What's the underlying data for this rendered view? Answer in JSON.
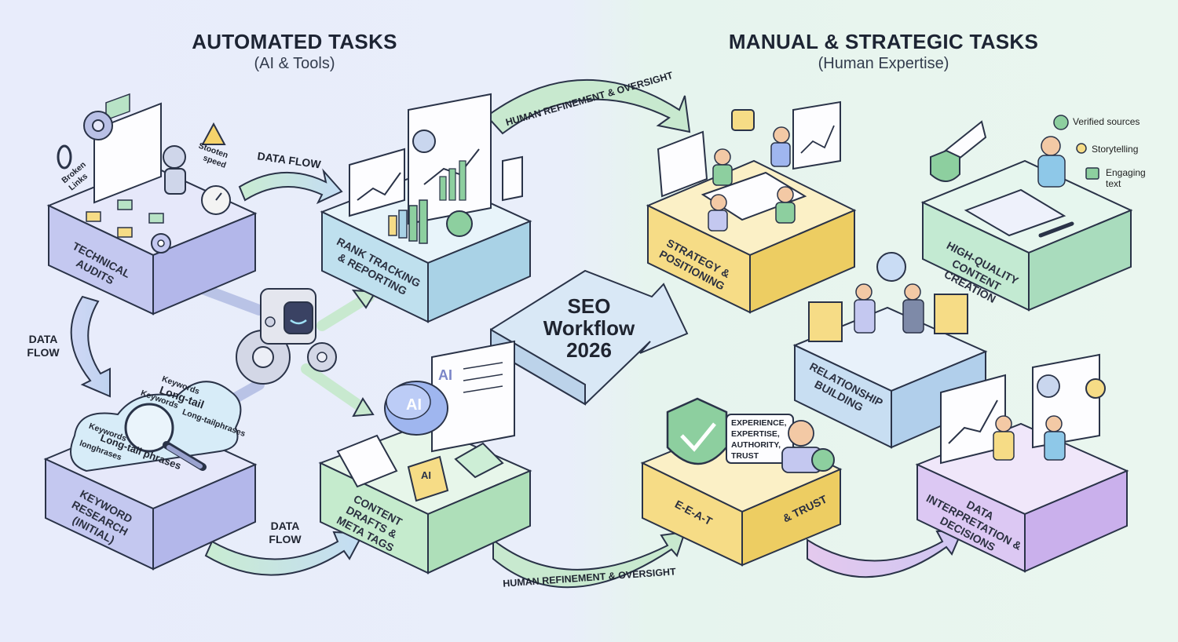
{
  "header": {
    "left_title": "AUTOMATED TASKS",
    "left_subtitle": "(AI & Tools)",
    "right_title": "MANUAL & STRATEGIC TASKS",
    "right_subtitle": "(Human Expertise)"
  },
  "center": {
    "line1": "SEO",
    "line2": "Workflow",
    "line3": "2026"
  },
  "automated_tiles": {
    "technical_audits": "TECHNICAL AUDITS",
    "rank_tracking": "RANK TRACKING & REPORTING",
    "keyword_research": "KEYWORD RESEARCH (Initial)",
    "content_drafts": "CONTENT DRAFTS & META TAGS"
  },
  "manual_tiles": {
    "strategy": "STRATEGY & POSITIONING",
    "content_creation": "HIGH-QUALITY CONTENT CREATION",
    "relationship": "RELATIONSHIP BUILDING",
    "eeat": "E-E-A-T",
    "eeat_trust": "& TRUST",
    "data_interpretation": "DATA INTERPRETATION & DECISIONS"
  },
  "flows": {
    "data_flow_top": "DATA FLOW",
    "data_flow_left_1": "DATA",
    "data_flow_left_2": "FLOW",
    "data_flow_bottom_1": "DATA",
    "data_flow_bottom_2": "FLOW",
    "oversight_top": "HUMAN REFINEMENT & OVERSIGHT",
    "oversight_bottom": "HUMAN REFINEMENT & OVERSIGHT"
  },
  "audit_icons": {
    "broken_links_1": "Broken",
    "broken_links_2": "Links",
    "speed_1": "Stooten",
    "speed_2": "speed"
  },
  "keywords": {
    "kw1": "Keywords",
    "kw2": "Long-tail",
    "kw3": "Keywords",
    "kw4": "Long-tailphrases",
    "kw5": "Keywords",
    "kw6": "Long-tail phrases",
    "kw7": "longhrases"
  },
  "ai_labels": {
    "brain": "AI",
    "page": "AI",
    "tag": "AI"
  },
  "content_checklist": {
    "verified": "Verified sources",
    "storytelling": "Storytelling",
    "engaging_1": "Engaging",
    "engaging_2": "text"
  },
  "eeat_bubble": {
    "l1": "EXPERIENCE,",
    "l2": "EXPERTISE,",
    "l3": "AUTHORITY,",
    "l4": "TRUST"
  },
  "colors": {
    "left_bg": "#e8ecfb",
    "right_bg": "#e7f5ee",
    "purple_tile": "#cfd0f4",
    "blue_tile": "#c7e3f0",
    "green_tile": "#d4efd9",
    "yellow_tile": "#f6dc86",
    "teal_tile": "#d3efe3",
    "lavender_tile": "#e3d3f5",
    "arrow_green": "#c8e9cf",
    "arrow_blue": "#c6ddf5",
    "arrow_purple": "#d7c9f2"
  }
}
